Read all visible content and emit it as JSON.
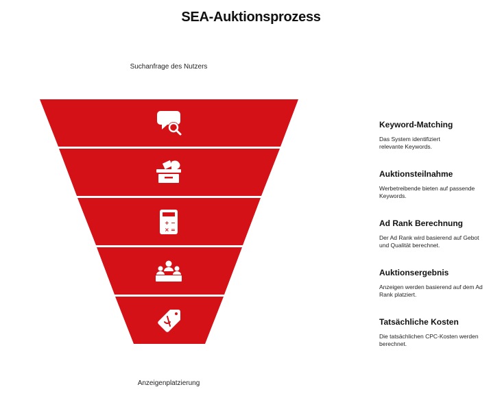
{
  "title": "SEA-Auktionsprozess",
  "top_label": "Suchanfrage des Nutzers",
  "bottom_label": "Anzeigenplatzierung",
  "colors": {
    "funnel_fill": "#d41116",
    "divider": "#ffffff",
    "icon": "#ffffff"
  },
  "steps": [
    {
      "title": "Keyword-Matching",
      "description": "Das System identifiziert relevante Keywords.",
      "icon": "speech-bubble-search-icon"
    },
    {
      "title": "Auktionsteilnahme",
      "description": "Werbetreibende bieten auf passende Keywords.",
      "icon": "ballot-box-icon"
    },
    {
      "title": "Ad Rank Berechnung",
      "description": "Der Ad Rank wird basierend auf Gebot und Qualität berechnet.",
      "icon": "calculator-icon"
    },
    {
      "title": "Auktionsergebnis",
      "description": "Anzeigen werden basierend auf dem Ad Rank platziert.",
      "icon": "podium-people-icon"
    },
    {
      "title": "Tatsächliche Kosten",
      "description": "Die tatsächlichen CPC-Kosten werden berechnet.",
      "icon": "price-tag-icon"
    }
  ]
}
